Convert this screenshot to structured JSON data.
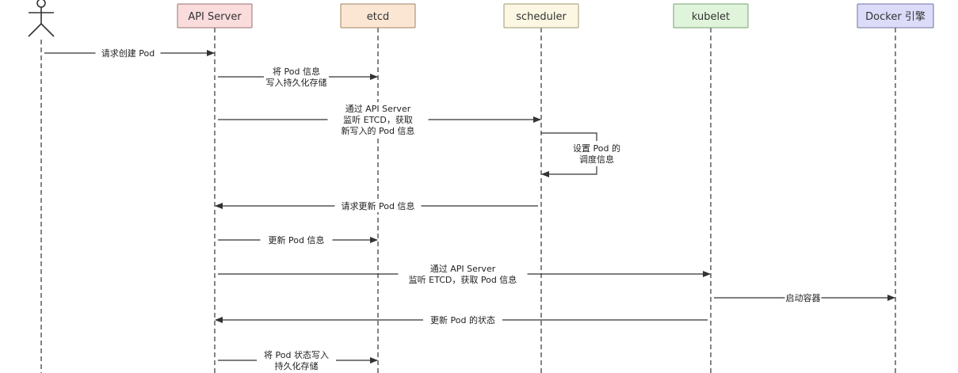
{
  "participants": [
    {
      "id": "user",
      "kind": "actor",
      "label": ""
    },
    {
      "id": "api",
      "kind": "box",
      "label": "API Server",
      "fill": "#fbdcdc",
      "stroke": "#9a7070"
    },
    {
      "id": "etcd",
      "kind": "box",
      "label": "etcd",
      "fill": "#fbe6d3",
      "stroke": "#a08060"
    },
    {
      "id": "scheduler",
      "kind": "box",
      "label": "scheduler",
      "fill": "#fbf7e3",
      "stroke": "#a09a70"
    },
    {
      "id": "kubelet",
      "kind": "box",
      "label": "kubelet",
      "fill": "#dff4da",
      "stroke": "#74a070"
    },
    {
      "id": "docker",
      "kind": "box",
      "label": "Docker 引擎",
      "fill": "#dcdcfa",
      "stroke": "#7070a0"
    }
  ],
  "messages": [
    {
      "id": "m1",
      "from": "user",
      "to": "api",
      "lines": [
        "请求创建 Pod"
      ]
    },
    {
      "id": "m2",
      "from": "api",
      "to": "etcd",
      "lines": [
        "将 Pod 信息",
        "写入持久化存储"
      ]
    },
    {
      "id": "m3",
      "from": "api",
      "to": "scheduler",
      "lines": [
        "通过 API Server",
        "监听 ETCD，获取",
        "新写入的 Pod 信息"
      ]
    },
    {
      "id": "m4",
      "from": "scheduler",
      "to": "scheduler",
      "lines": [
        "设置 Pod 的",
        "调度信息"
      ]
    },
    {
      "id": "m5",
      "from": "scheduler",
      "to": "api",
      "lines": [
        "请求更新 Pod 信息"
      ]
    },
    {
      "id": "m6",
      "from": "api",
      "to": "etcd",
      "lines": [
        "更新 Pod 信息"
      ]
    },
    {
      "id": "m7",
      "from": "api",
      "to": "kubelet",
      "lines": [
        "通过 API Server",
        "监听 ETCD，获取 Pod 信息"
      ]
    },
    {
      "id": "m8",
      "from": "kubelet",
      "to": "docker",
      "lines": [
        "启动容器"
      ]
    },
    {
      "id": "m9",
      "from": "kubelet",
      "to": "api",
      "lines": [
        "更新 Pod 的状态"
      ]
    },
    {
      "id": "m10",
      "from": "api",
      "to": "etcd",
      "lines": [
        "将 Pod 状态写入",
        "持久化存储"
      ]
    }
  ]
}
